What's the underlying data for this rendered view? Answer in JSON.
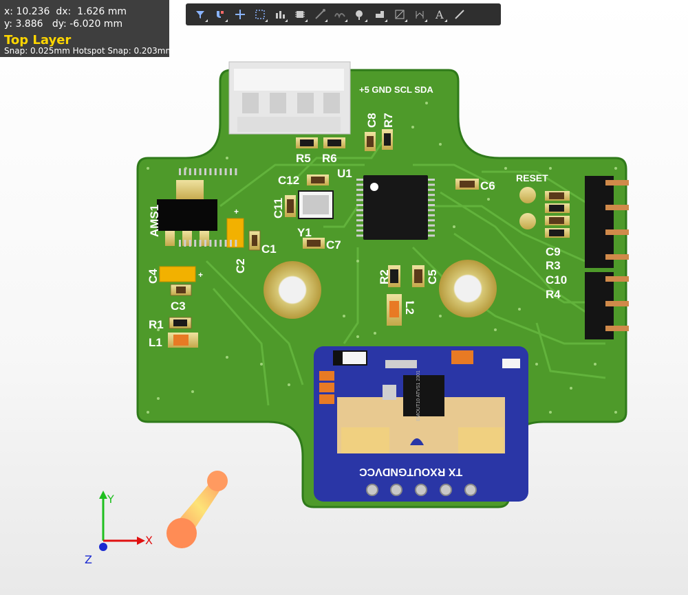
{
  "hud": {
    "x_label": "x:",
    "x_value": "10.236",
    "dx_label": "dx:",
    "dx_value": "1.626 mm",
    "y_label": "y:",
    "y_value": "3.886",
    "dy_label": "dy:",
    "dy_value": "-6.020 mm",
    "layer": "Top Layer",
    "snap": "Snap: 0.025mm Hotspot Snap: 0.203mm",
    "layer_color": "#ffd600"
  },
  "toolbar": {
    "icons": [
      "filter-icon",
      "magnet-icon",
      "crosshair-icon",
      "select-rect-icon",
      "align-icon",
      "component-icon",
      "route-icon",
      "diff-pair-icon",
      "via-icon",
      "polygon-icon",
      "graph-icon",
      "dimension-icon",
      "text-icon",
      "line-icon"
    ]
  },
  "board": {
    "header_label": "+5 GND SCL SDA",
    "designators": {
      "AMS1": "AMS1",
      "C1": "C1",
      "C2": "C2",
      "C3": "C3",
      "C4": "C4",
      "C5": "C5",
      "C6": "C6",
      "C7": "C7",
      "C8": "C8",
      "C9": "C9",
      "C10": "C10",
      "C11": "C11",
      "C12": "C12",
      "R1": "R1",
      "R2": "R2",
      "R3": "R3",
      "R4": "R4",
      "R5": "R5",
      "R6": "R6",
      "R7": "R7",
      "L1": "L1",
      "L2": "L2",
      "U1": "U1",
      "Y1": "Y1",
      "RESET": "RESET"
    },
    "module_label": "TX RXOUTGNDVCC",
    "chip_marking": "EMOUT10 ATVS1 2301",
    "colors": {
      "pcb": "#4e9a2a",
      "module": "#2a36a6",
      "copper": "#c8b560",
      "silk": "#ffffff"
    }
  },
  "axes": {
    "x": "X",
    "y": "Y",
    "z": "Z"
  }
}
